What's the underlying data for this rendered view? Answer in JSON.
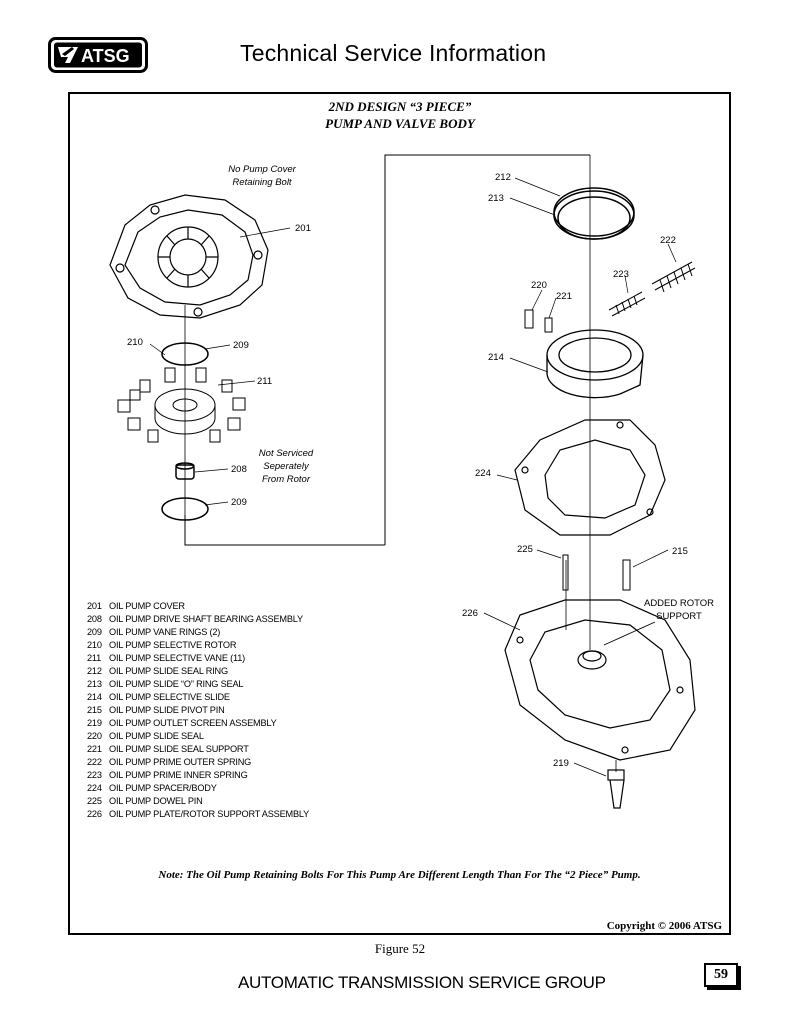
{
  "header": {
    "logo_text": "ATSG",
    "title": "Technical Service Information"
  },
  "diagram": {
    "title_line1": "2ND DESIGN “3 PIECE”",
    "title_line2": "PUMP AND VALVE BODY",
    "notes": {
      "no_cover_bolt_line1": "No Pump Cover",
      "no_cover_bolt_line2": "Retaining Bolt",
      "not_serviced_line1": "Not Serviced",
      "not_serviced_line2": "Seperately",
      "not_serviced_line3": "From Rotor",
      "added_rotor_line1": "ADDED ROTOR",
      "added_rotor_line2": "SUPPORT"
    },
    "callouts": [
      "201",
      "210",
      "209",
      "211",
      "208",
      "209",
      "212",
      "213",
      "222",
      "223",
      "220",
      "221",
      "214",
      "224",
      "225",
      "215",
      "226",
      "219"
    ]
  },
  "parts": [
    {
      "num": "201",
      "desc": "OIL PUMP COVER"
    },
    {
      "num": "208",
      "desc": "OIL PUMP DRIVE SHAFT BEARING ASSEMBLY"
    },
    {
      "num": "209",
      "desc": "OIL PUMP VANE RINGS (2)"
    },
    {
      "num": "210",
      "desc": "OIL PUMP SELECTIVE ROTOR"
    },
    {
      "num": "211",
      "desc": "OIL PUMP SELECTIVE VANE (11)"
    },
    {
      "num": "212",
      "desc": "OIL PUMP SLIDE SEAL RING"
    },
    {
      "num": "213",
      "desc": "OIL PUMP SLIDE “O” RING SEAL"
    },
    {
      "num": "214",
      "desc": "OIL PUMP SELECTIVE SLIDE"
    },
    {
      "num": "215",
      "desc": "OIL PUMP SLIDE PIVOT PIN"
    },
    {
      "num": "219",
      "desc": "OIL PUMP OUTLET SCREEN ASSEMBLY"
    },
    {
      "num": "220",
      "desc": "OIL PUMP SLIDE SEAL"
    },
    {
      "num": "221",
      "desc": "OIL PUMP SLIDE SEAL SUPPORT"
    },
    {
      "num": "222",
      "desc": "OIL PUMP PRIME OUTER SPRING"
    },
    {
      "num": "223",
      "desc": "OIL PUMP PRIME INNER SPRING"
    },
    {
      "num": "224",
      "desc": "OIL PUMP SPACER/BODY"
    },
    {
      "num": "225",
      "desc": "OIL PUMP DOWEL PIN"
    },
    {
      "num": "226",
      "desc": "OIL PUMP PLATE/ROTOR SUPPORT ASSEMBLY"
    }
  ],
  "footnote": "Note:  The Oil Pump Retaining Bolts For This Pump Are Different Length Than For The “2 Piece” Pump.",
  "copyright": "Copyright © 2006 ATSG",
  "figure_label": "Figure 52",
  "footer": {
    "org": "AUTOMATIC TRANSMISSION SERVICE GROUP",
    "page_number": "59"
  }
}
